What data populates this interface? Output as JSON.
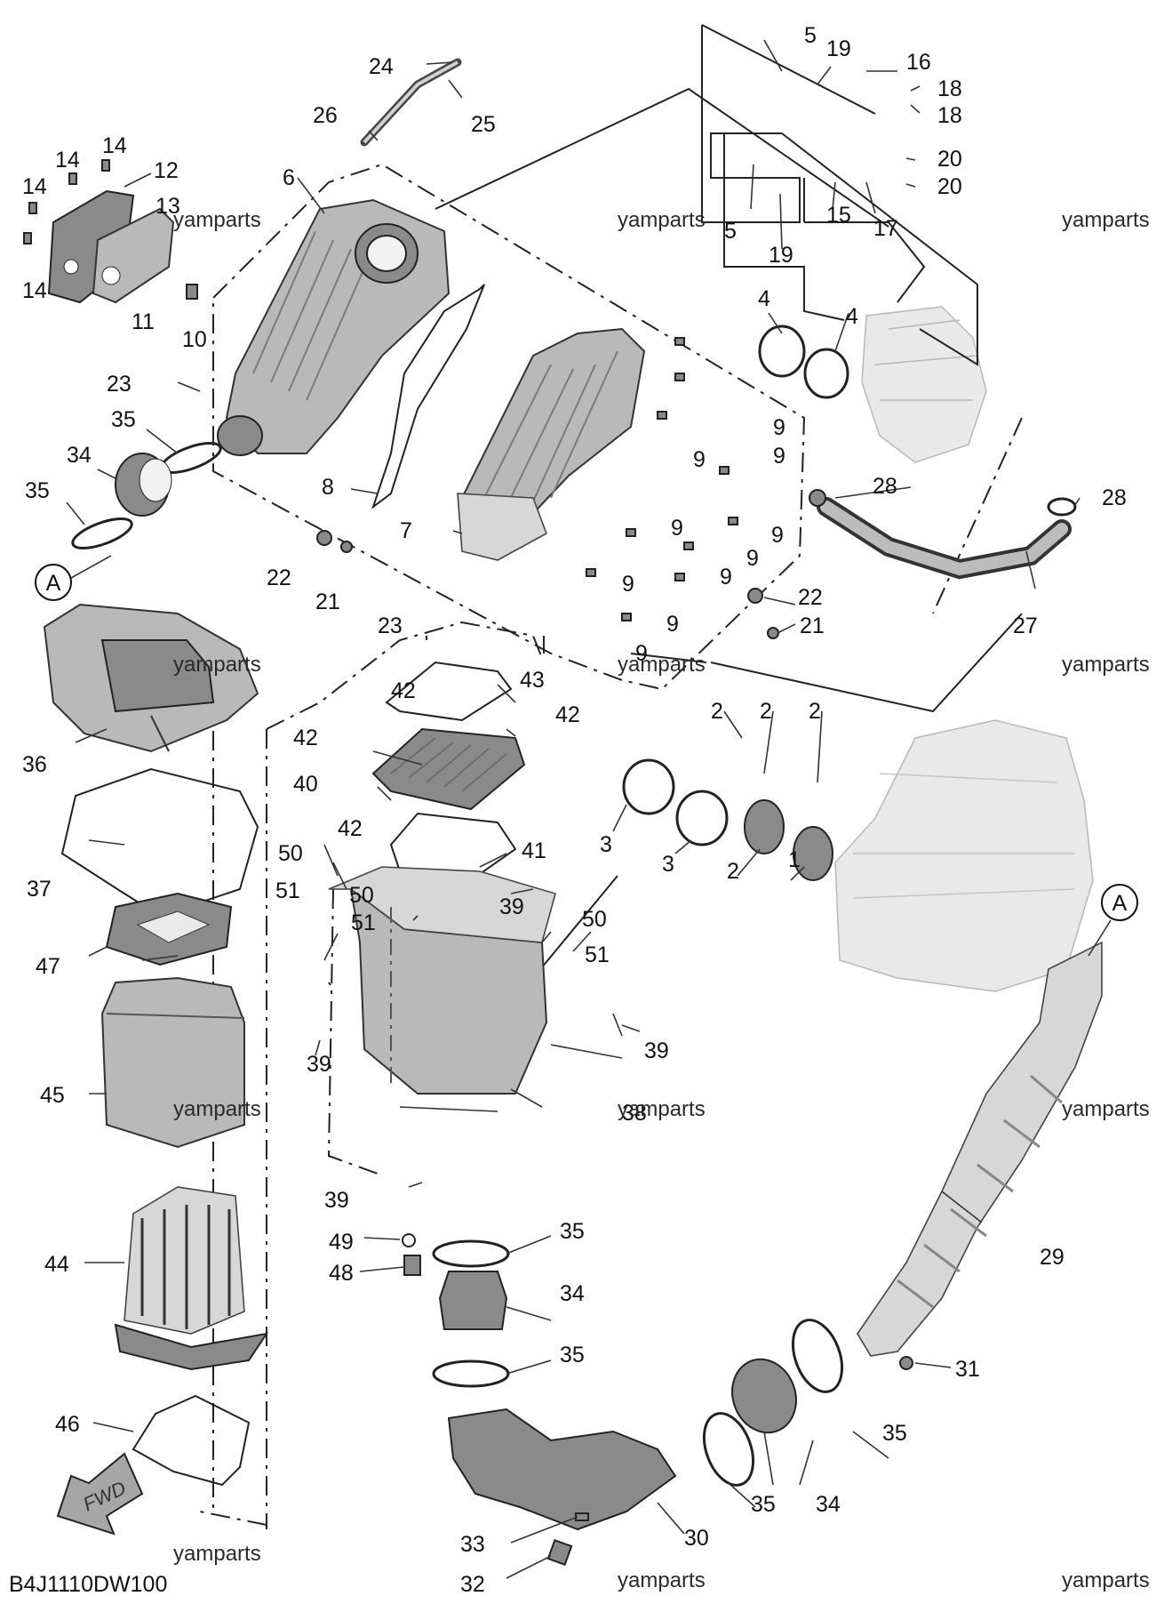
{
  "diagram": {
    "code": "B4J1110DW100",
    "fwd_label": "FWD",
    "watermark": "yamparts",
    "callout_A": "A",
    "labels": [
      {
        "id": "l1",
        "text": "1"
      },
      {
        "id": "l2a",
        "text": "2"
      },
      {
        "id": "l2b",
        "text": "2"
      },
      {
        "id": "l2c",
        "text": "2"
      },
      {
        "id": "l2d",
        "text": "2"
      },
      {
        "id": "l3a",
        "text": "3"
      },
      {
        "id": "l3b",
        "text": "3"
      },
      {
        "id": "l4a",
        "text": "4"
      },
      {
        "id": "l4b",
        "text": "4"
      },
      {
        "id": "l5a",
        "text": "5"
      },
      {
        "id": "l5b",
        "text": "5"
      },
      {
        "id": "l6",
        "text": "6"
      },
      {
        "id": "l7",
        "text": "7"
      },
      {
        "id": "l8",
        "text": "8"
      },
      {
        "id": "l9a",
        "text": "9"
      },
      {
        "id": "l9b",
        "text": "9"
      },
      {
        "id": "l9c",
        "text": "9"
      },
      {
        "id": "l9d",
        "text": "9"
      },
      {
        "id": "l9e",
        "text": "9"
      },
      {
        "id": "l9f",
        "text": "9"
      },
      {
        "id": "l9g",
        "text": "9"
      },
      {
        "id": "l9h",
        "text": "9"
      },
      {
        "id": "l9i",
        "text": "9"
      },
      {
        "id": "l9j",
        "text": "9"
      },
      {
        "id": "l10",
        "text": "10"
      },
      {
        "id": "l11",
        "text": "11"
      },
      {
        "id": "l12",
        "text": "12"
      },
      {
        "id": "l13",
        "text": "13"
      },
      {
        "id": "l14a",
        "text": "14"
      },
      {
        "id": "l14b",
        "text": "14"
      },
      {
        "id": "l14c",
        "text": "14"
      },
      {
        "id": "l14d",
        "text": "14"
      },
      {
        "id": "l15",
        "text": "15"
      },
      {
        "id": "l16",
        "text": "16"
      },
      {
        "id": "l17",
        "text": "17"
      },
      {
        "id": "l18a",
        "text": "18"
      },
      {
        "id": "l18b",
        "text": "18"
      },
      {
        "id": "l19a",
        "text": "19"
      },
      {
        "id": "l19b",
        "text": "19"
      },
      {
        "id": "l20a",
        "text": "20"
      },
      {
        "id": "l20b",
        "text": "20"
      },
      {
        "id": "l21a",
        "text": "21"
      },
      {
        "id": "l21b",
        "text": "21"
      },
      {
        "id": "l22a",
        "text": "22"
      },
      {
        "id": "l22b",
        "text": "22"
      },
      {
        "id": "l23a",
        "text": "23"
      },
      {
        "id": "l23b",
        "text": "23"
      },
      {
        "id": "l24",
        "text": "24"
      },
      {
        "id": "l25",
        "text": "25"
      },
      {
        "id": "l26",
        "text": "26"
      },
      {
        "id": "l27",
        "text": "27"
      },
      {
        "id": "l28a",
        "text": "28"
      },
      {
        "id": "l28b",
        "text": "28"
      },
      {
        "id": "l29",
        "text": "29"
      },
      {
        "id": "l30",
        "text": "30"
      },
      {
        "id": "l31",
        "text": "31"
      },
      {
        "id": "l32",
        "text": "32"
      },
      {
        "id": "l33",
        "text": "33"
      },
      {
        "id": "l34a",
        "text": "34"
      },
      {
        "id": "l34b",
        "text": "34"
      },
      {
        "id": "l34c",
        "text": "34"
      },
      {
        "id": "l35a",
        "text": "35"
      },
      {
        "id": "l35b",
        "text": "35"
      },
      {
        "id": "l35c",
        "text": "35"
      },
      {
        "id": "l35d",
        "text": "35"
      },
      {
        "id": "l35e",
        "text": "35"
      },
      {
        "id": "l35f",
        "text": "35"
      },
      {
        "id": "l36",
        "text": "36"
      },
      {
        "id": "l37",
        "text": "37"
      },
      {
        "id": "l38",
        "text": "38"
      },
      {
        "id": "l39a",
        "text": "39"
      },
      {
        "id": "l39b",
        "text": "39"
      },
      {
        "id": "l39c",
        "text": "39"
      },
      {
        "id": "l39d",
        "text": "39"
      },
      {
        "id": "l40",
        "text": "40"
      },
      {
        "id": "l41",
        "text": "41"
      },
      {
        "id": "l42a",
        "text": "42"
      },
      {
        "id": "l42b",
        "text": "42"
      },
      {
        "id": "l42c",
        "text": "42"
      },
      {
        "id": "l42d",
        "text": "42"
      },
      {
        "id": "l43",
        "text": "43"
      },
      {
        "id": "l44",
        "text": "44"
      },
      {
        "id": "l45",
        "text": "45"
      },
      {
        "id": "l46",
        "text": "46"
      },
      {
        "id": "l47",
        "text": "47"
      },
      {
        "id": "l48",
        "text": "48"
      },
      {
        "id": "l49",
        "text": "49"
      },
      {
        "id": "l50a",
        "text": "50"
      },
      {
        "id": "l50b",
        "text": "50"
      },
      {
        "id": "l50c",
        "text": "50"
      },
      {
        "id": "l51a",
        "text": "51"
      },
      {
        "id": "l51b",
        "text": "51"
      },
      {
        "id": "l51c",
        "text": "51"
      }
    ]
  }
}
